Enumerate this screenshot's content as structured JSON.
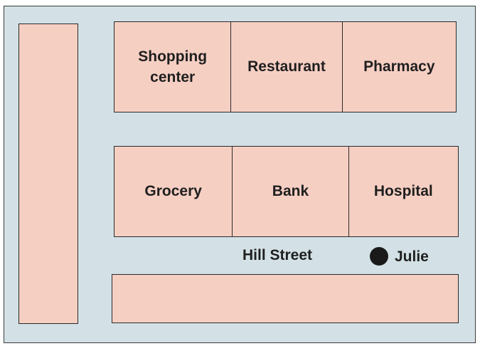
{
  "colors": {
    "street": "#d3e1e6",
    "building": "#f6cfc3",
    "marker": "#1a1a1a"
  },
  "top_row": [
    {
      "label": "Shopping center"
    },
    {
      "label": "Restaurant"
    },
    {
      "label": "Pharmacy"
    }
  ],
  "middle_row": [
    {
      "label": "Grocery"
    },
    {
      "label": "Bank"
    },
    {
      "label": "Hospital"
    }
  ],
  "street_label": "Hill Street",
  "person": {
    "name": "Julie",
    "icon": "filled-circle-marker"
  }
}
